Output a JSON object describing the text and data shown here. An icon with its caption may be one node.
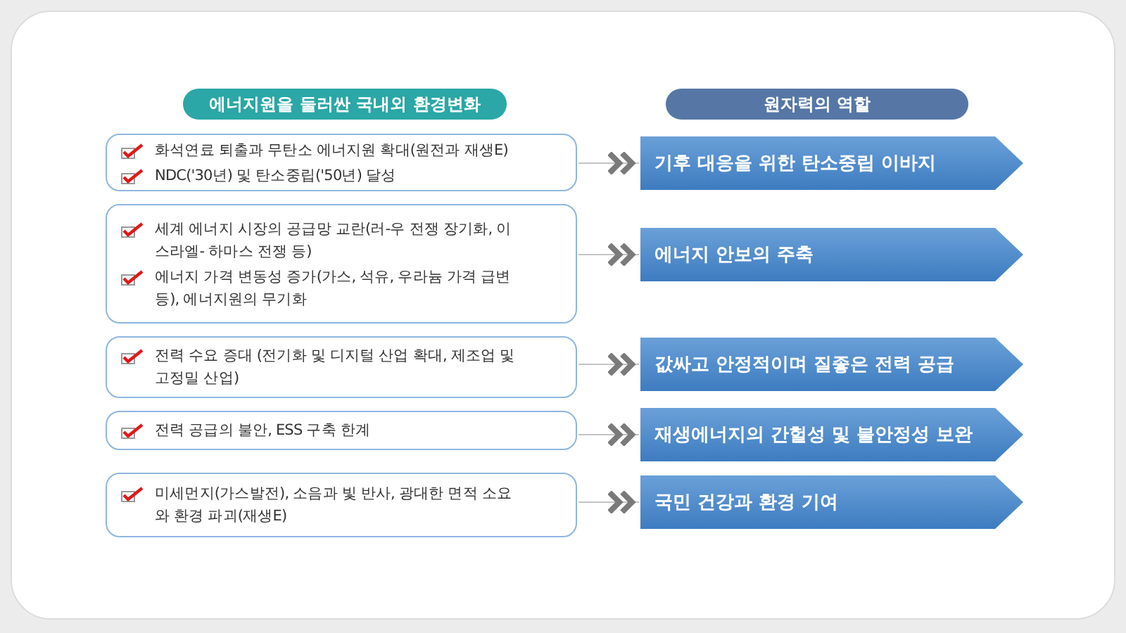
{
  "diagram": {
    "nodes": [
      {
        "text": [
          "에너지원을 둘러싼 국내외 환경변화"
        ]
      },
      {
        "text": [
          "원자력의 역할"
        ]
      },
      {
        "text": [
          "화석연료 퇴출과 무탄소 에너지원 확대(원전과 재생E)",
          "NDC('30년) 및 탄소중립('50년) 달성"
        ]
      },
      {
        "text": [
          "세계 에너지 시장의 공급망 교란(러-우 전쟁 장기화, 이스라엘- 하마스 전쟁 등)",
          "에너지 가격 변동성 증가(가스, 석유, 우라늄 가격 급변 등), 에너지원의 무기화"
        ]
      },
      {
        "text": [
          "전력 수요 증대 (전기화 및 디지털 산업 확대, 제조업 및 고정밀 산업)"
        ]
      },
      {
        "text": [
          "전력 공급의 불안, ESS 구축 한계"
        ]
      },
      {
        "text": [
          "미세먼지(가스발전), 소음과 빛 반사, 광대한 면적 소요와 환경 파괴(재생E)"
        ]
      },
      {
        "text": [
          "기후 대응을 위한 탄소중립 이바지"
        ]
      },
      {
        "text": [
          "에너지 안보의 주축"
        ]
      },
      {
        "text": [
          "값싸고 안정적이며 질좋은 전력 공급"
        ]
      },
      {
        "text": [
          "재생에너지의 간헐성 및 불안정성 보완"
        ]
      },
      {
        "text": [
          "국민 건강과 환경 기여"
        ]
      }
    ],
    "edges": [
      {
        "from": 2,
        "to": 7,
        "arrow": "to"
      },
      {
        "from": 3,
        "to": 8,
        "arrow": "to"
      },
      {
        "from": 4,
        "to": 9,
        "arrow": "to"
      },
      {
        "from": 5,
        "to": 10,
        "arrow": "to"
      },
      {
        "from": 6,
        "to": 11,
        "arrow": "to"
      }
    ]
  }
}
